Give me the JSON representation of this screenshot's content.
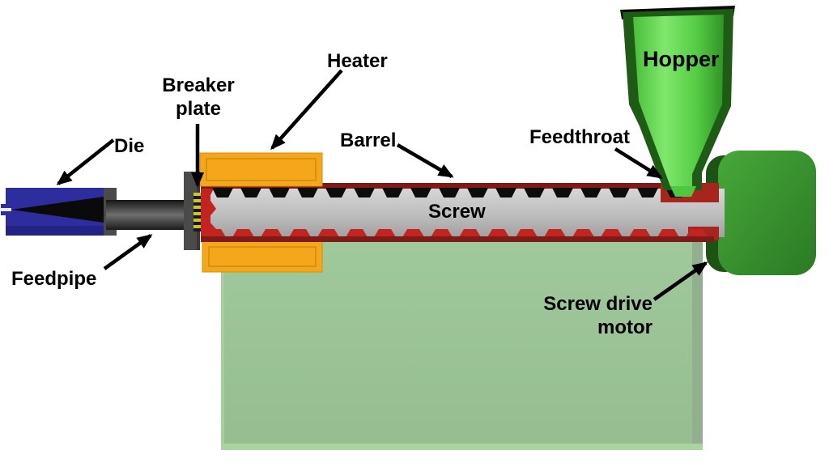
{
  "labels": {
    "die": "Die",
    "breaker_plate_line1": "Breaker",
    "breaker_plate_line2": "plate",
    "heater": "Heater",
    "barrel": "Barrel",
    "screw": "Screw",
    "feedthroat": "Feedthroat",
    "hopper": "Hopper",
    "feedpipe": "Feedpipe",
    "screw_drive_motor_line1": "Screw drive",
    "screw_drive_motor_line2": "motor"
  },
  "colors": {
    "die_blue": "#2D2D9E",
    "die_shadow": "#1F1F7A",
    "pipe_dark": "#3A3A3A",
    "flange_gray": "#4A4A4A",
    "breaker_yellow": "#C2C834",
    "breaker_dark": "#1A1A1A",
    "barrel_maroon": "#7E1B17",
    "melt_red": "#C32420",
    "feedthroat_red": "#A8251E",
    "tooth_black": "#0D0D0D",
    "screw_gray": "#C6C6C6",
    "heater_orange": "#F4A71B",
    "heater_border": "#C07D00",
    "hopper_bright_green": "#5FD34E",
    "hopper_dark_green": "#1E5B15",
    "motor_green": "#3A9330",
    "motor_dark_green": "#1D5416",
    "base_green": "#9CC497",
    "base_edge": "#92AF8F",
    "base_bevel": "#A9D4A2",
    "arrow_black": "#000000",
    "background": "#FFFFFF"
  }
}
